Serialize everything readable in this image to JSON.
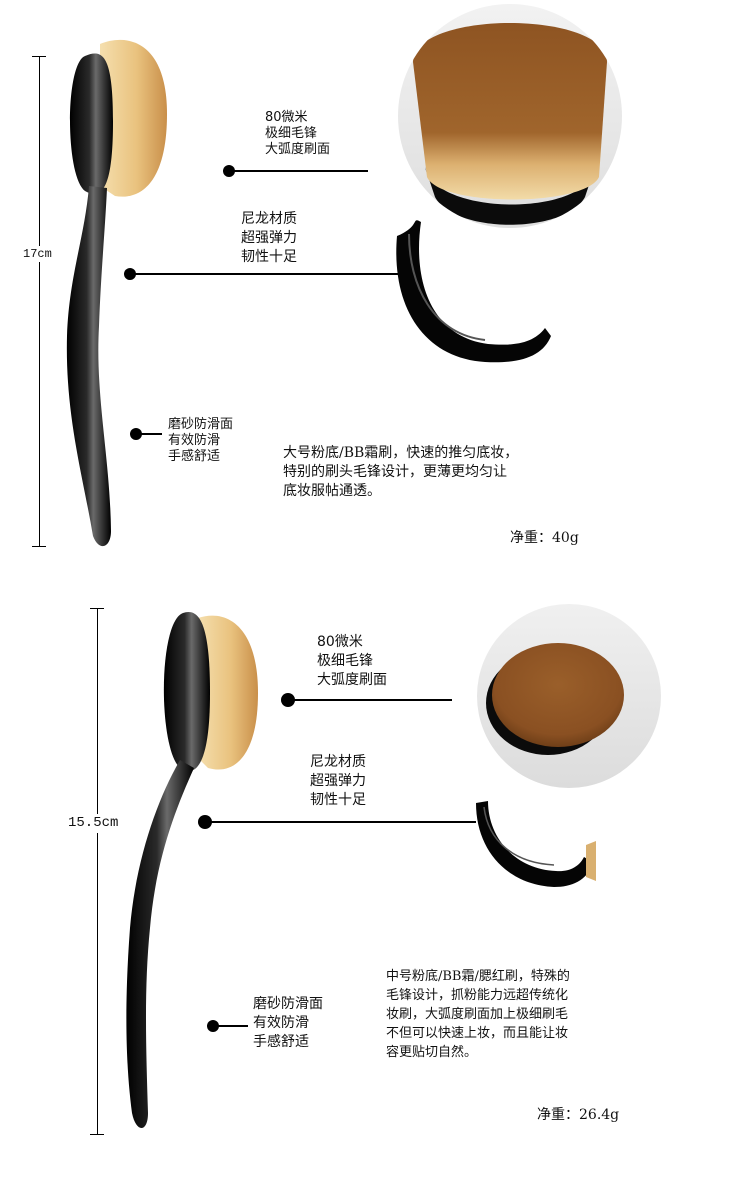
{
  "section1": {
    "height_label": "17cm",
    "callout1": [
      "80微米",
      "极细毛锋",
      "大弧度刷面"
    ],
    "callout2": [
      "尼龙材质",
      "超强弹力",
      "韧性十足"
    ],
    "callout3": [
      "磨砂防滑面",
      "有效防滑",
      "手感舒适"
    ],
    "description": [
      "大号粉底/BB霜刷，快速的推匀底妆，",
      "特别的刷头毛锋设计，更薄更均匀让",
      "底妆服帖通透。"
    ],
    "weight": "净重：40g"
  },
  "section2": {
    "height_label": "15.5cm",
    "callout1": [
      "80微米",
      "极细毛锋",
      "大弧度刷面"
    ],
    "callout2": [
      "尼龙材质",
      "超强弹力",
      "韧性十足"
    ],
    "callout3": [
      "磨砂防滑面",
      "有效防滑",
      "手感舒适"
    ],
    "description": [
      "中号粉底/BB霜/腮红刷，特殊的",
      "毛锋设计，抓粉能力远超传统化",
      "妆刷，大弧度刷面加上极细刷毛",
      "不但可以快速上妆，而且能让妆",
      "容更贴切自然。"
    ],
    "weight": "净重：26.4g"
  },
  "colors": {
    "bristle_tip": "#8a4f1e",
    "bristle_base": "#f2d7a0",
    "handle": "#0a0a0a"
  }
}
